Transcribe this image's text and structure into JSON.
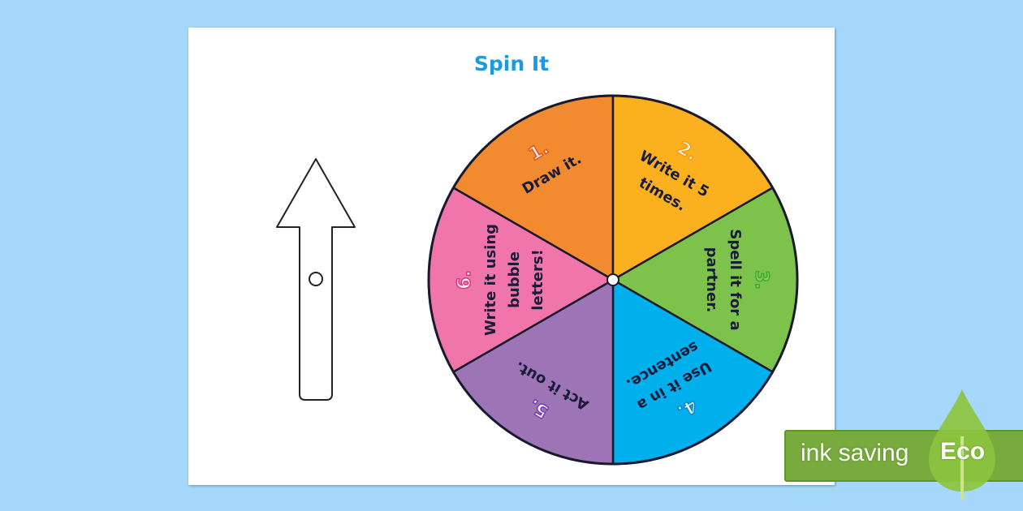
{
  "title": "Spin It",
  "colors": {
    "background": "#a6d8fb",
    "title": "#1a9be0",
    "eco_green": "#78aa3e"
  },
  "wheel": {
    "segments": [
      {
        "number": "1.",
        "lines": [
          "Draw it."
        ],
        "color": "#f28a30"
      },
      {
        "number": "2.",
        "lines": [
          "Write it 5",
          "times."
        ],
        "color": "#fbb11f"
      },
      {
        "number": "3.",
        "lines": [
          "Spell it for a",
          "partner."
        ],
        "color": "#7dc24a"
      },
      {
        "number": "4.",
        "lines": [
          "Use it in a",
          "sentence."
        ],
        "color": "#00b0ed"
      },
      {
        "number": "5.",
        "lines": [
          "Act it out."
        ],
        "color": "#9d74b5"
      },
      {
        "number": "6.",
        "lines": [
          "Write it using",
          "bubble",
          "letters!"
        ],
        "color": "#f075ab"
      }
    ]
  },
  "arrow": {
    "icon": "arrow-up-spinner-icon"
  },
  "eco_badge": {
    "label": "ink saving",
    "eco": "Eco",
    "icon": "leaf-icon"
  }
}
